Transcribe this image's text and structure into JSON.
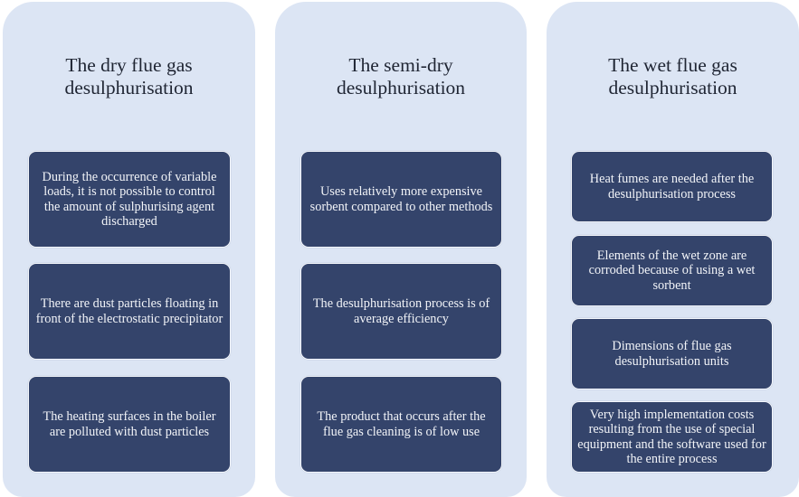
{
  "columns": [
    {
      "title": "The dry flue gas desulphurisation",
      "items": [
        "During the occurrence of variable loads, it is not possible to control the amount of sulphurising agent discharged",
        "There are dust particles floating in front of the electrostatic precipitator",
        "The heating surfaces in the boiler are polluted with dust particles"
      ]
    },
    {
      "title": "The semi-dry desulphurisation",
      "items": [
        "Uses relatively more expensive sorbent compared to other methods",
        "The desulphurisation process is of average efficiency",
        "The product that occurs after the flue gas cleaning is of low use"
      ]
    },
    {
      "title": "The wet flue gas desulphurisation",
      "items": [
        "Heat fumes are needed after the desulphurisation process",
        "Elements of the wet zone are corroded because of using a wet sorbent",
        "Dimensions of flue gas desulphurisation units",
        "Very high implementation costs resulting from the use of special equipment and the software used for the entire process"
      ]
    }
  ],
  "colors": {
    "panel_background": "#dce5f4",
    "box_background": "#34446b",
    "box_text": "#f2f4f8",
    "title_text": "#1f2533"
  }
}
